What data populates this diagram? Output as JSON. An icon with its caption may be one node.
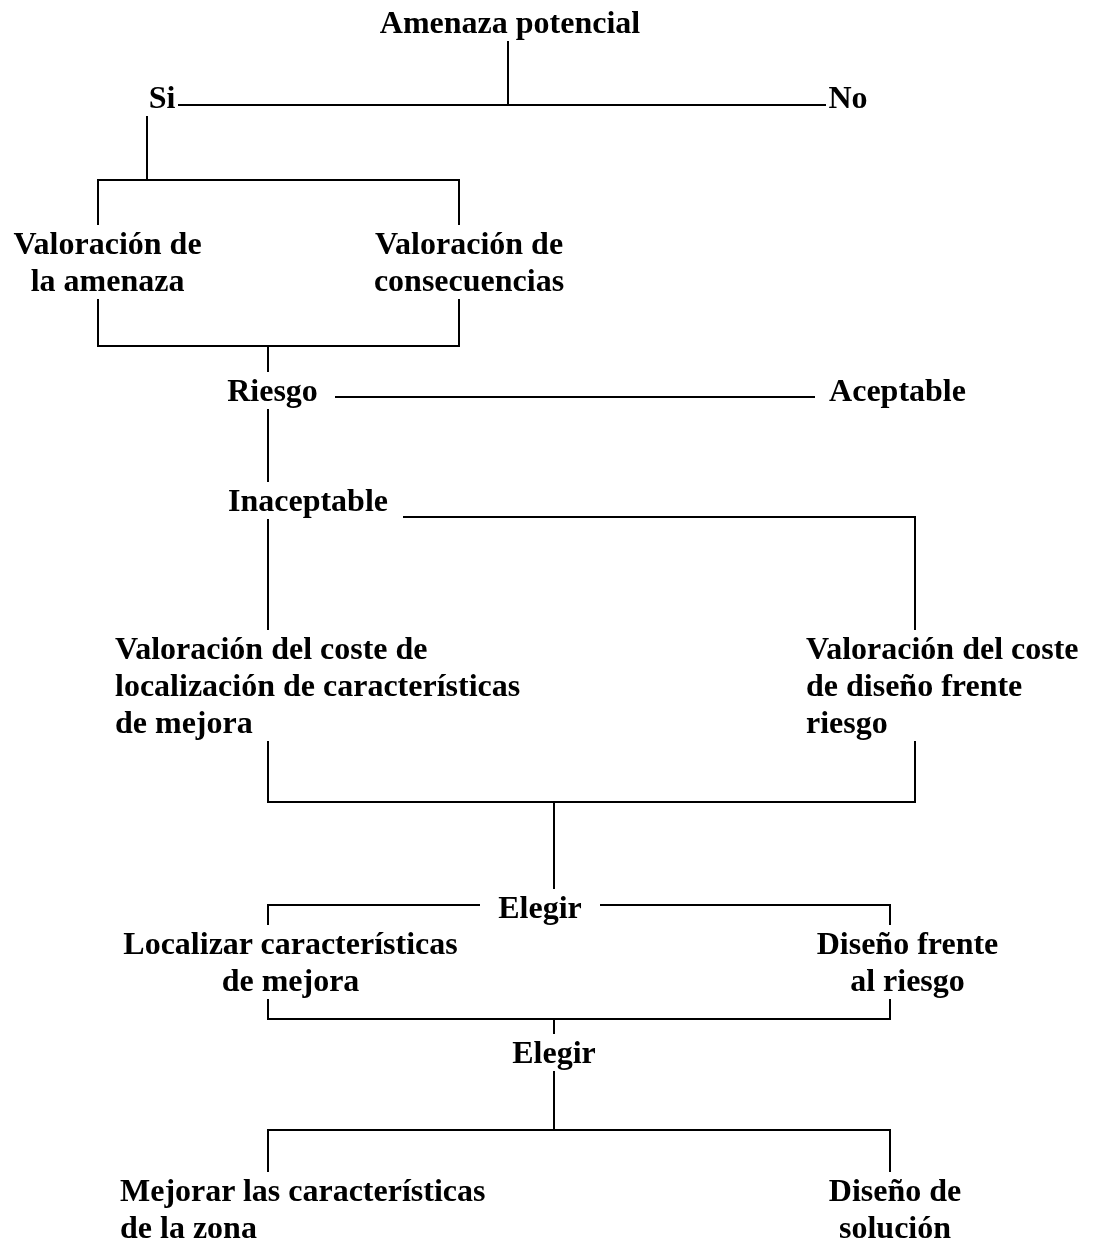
{
  "diagram": {
    "nodes": [
      {
        "text": [
          "Amenaza potencial"
        ]
      },
      {
        "text": [
          "Si"
        ]
      },
      {
        "text": [
          "No"
        ]
      },
      {
        "text": [
          "Valoración de la amenaza"
        ]
      },
      {
        "text": [
          "Valoración de consecuencias"
        ]
      },
      {
        "text": [
          "Riesgo"
        ]
      },
      {
        "text": [
          "Aceptable"
        ]
      },
      {
        "text": [
          "Inaceptable"
        ]
      },
      {
        "text": [
          "Valoración del coste de localización de características de mejora"
        ]
      },
      {
        "text": [
          "Valoración del coste de diseño frente riesgo"
        ]
      },
      {
        "text": [
          "Elegir"
        ]
      },
      {
        "text": [
          "Localizar características de mejora"
        ]
      },
      {
        "text": [
          "Diseño frente al riesgo"
        ]
      },
      {
        "text": [
          "Elegir"
        ]
      },
      {
        "text": [
          "Mejorar las características de la zona"
        ]
      },
      {
        "text": [
          "Diseño de solución"
        ]
      }
    ],
    "edges": [
      {
        "from": 0,
        "to": 1,
        "arrow": "none"
      },
      {
        "from": 0,
        "to": 2,
        "arrow": "none"
      },
      {
        "from": 1,
        "to": 3,
        "arrow": "none"
      },
      {
        "from": 1,
        "to": 4,
        "arrow": "none"
      },
      {
        "from": 3,
        "to": 5,
        "arrow": "none"
      },
      {
        "from": 4,
        "to": 5,
        "arrow": "none"
      },
      {
        "from": 5,
        "to": 6,
        "arrow": "none"
      },
      {
        "from": 5,
        "to": 7,
        "arrow": "none"
      },
      {
        "from": 7,
        "to": 8,
        "arrow": "none"
      },
      {
        "from": 7,
        "to": 9,
        "arrow": "none"
      },
      {
        "from": 8,
        "to": 10,
        "arrow": "none"
      },
      {
        "from": 9,
        "to": 10,
        "arrow": "none"
      },
      {
        "from": 10,
        "to": 11,
        "arrow": "none"
      },
      {
        "from": 10,
        "to": 12,
        "arrow": "none"
      },
      {
        "from": 11,
        "to": 13,
        "arrow": "none"
      },
      {
        "from": 12,
        "to": 13,
        "arrow": "none"
      },
      {
        "from": 13,
        "to": 14,
        "arrow": "none"
      },
      {
        "from": 13,
        "to": 15,
        "arrow": "none"
      }
    ]
  }
}
